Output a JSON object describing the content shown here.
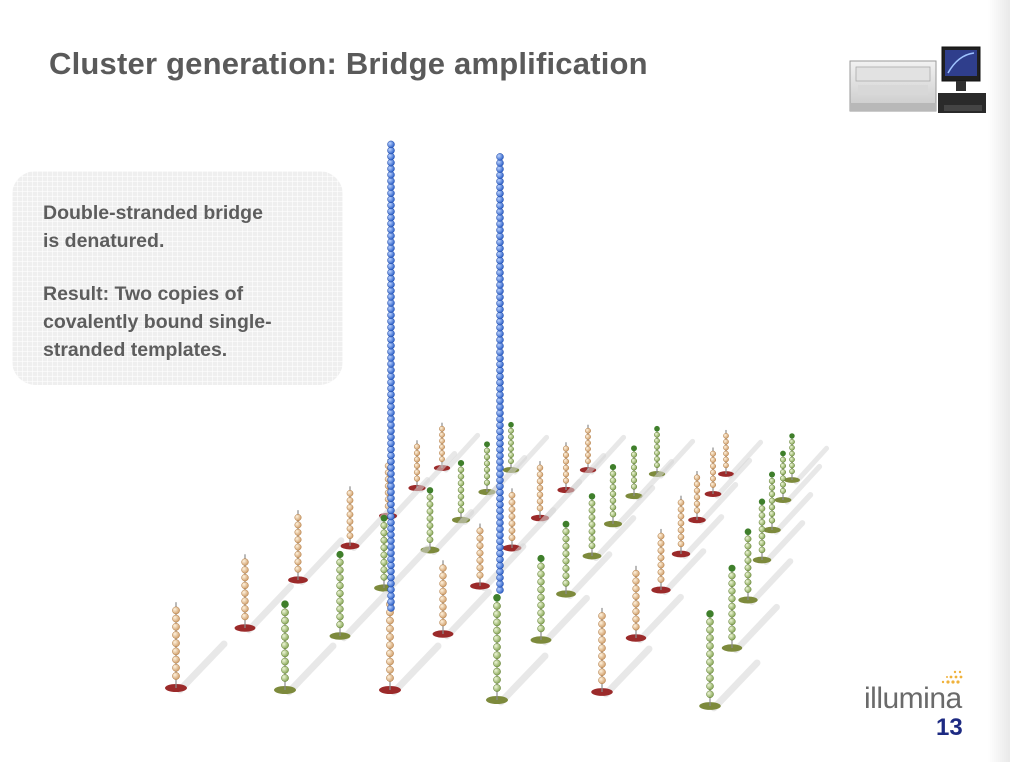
{
  "slide": {
    "title": "Cluster generation: Bridge amplification",
    "description": {
      "line1": "Double-stranded bridge",
      "line2": "is denatured.",
      "line3": "Result: Two copies of",
      "line4": "covalently bound single-",
      "line5": "stranded templates."
    },
    "logo_text": "illumina",
    "page_number": "13"
  },
  "colors": {
    "title": "#5a5a5a",
    "body_text": "#5d5d5d",
    "template_strand": "#2f62c9",
    "tan_primer": "#d2a26f",
    "green_primer": "#8aa95a",
    "red_anchor": "#9b2a2a",
    "page_number": "#1d2a82"
  },
  "icons": [
    "sequencer-instrument-icon",
    "illumina-logo-icon"
  ]
}
